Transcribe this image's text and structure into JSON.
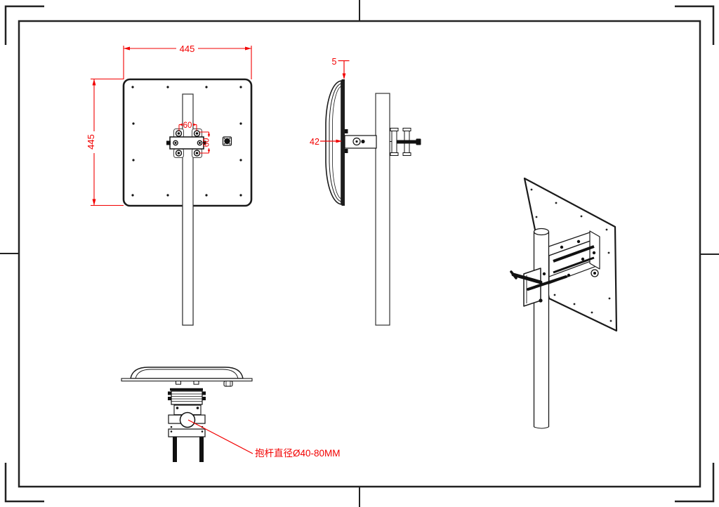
{
  "sheet": {
    "background": "#ffffff",
    "line_color": "#1a1a1a",
    "dimension_color": "#f20000"
  },
  "dimensions": {
    "panel_width": "445",
    "panel_height": "445",
    "mount_hole_spacing_h": "60",
    "mount_hole_spacing_v": "60",
    "plate_edge_offset": "5",
    "bracket_depth": "42"
  },
  "annotations": {
    "pole_diameter_note": "抱杆直径Ø40-80MM"
  }
}
